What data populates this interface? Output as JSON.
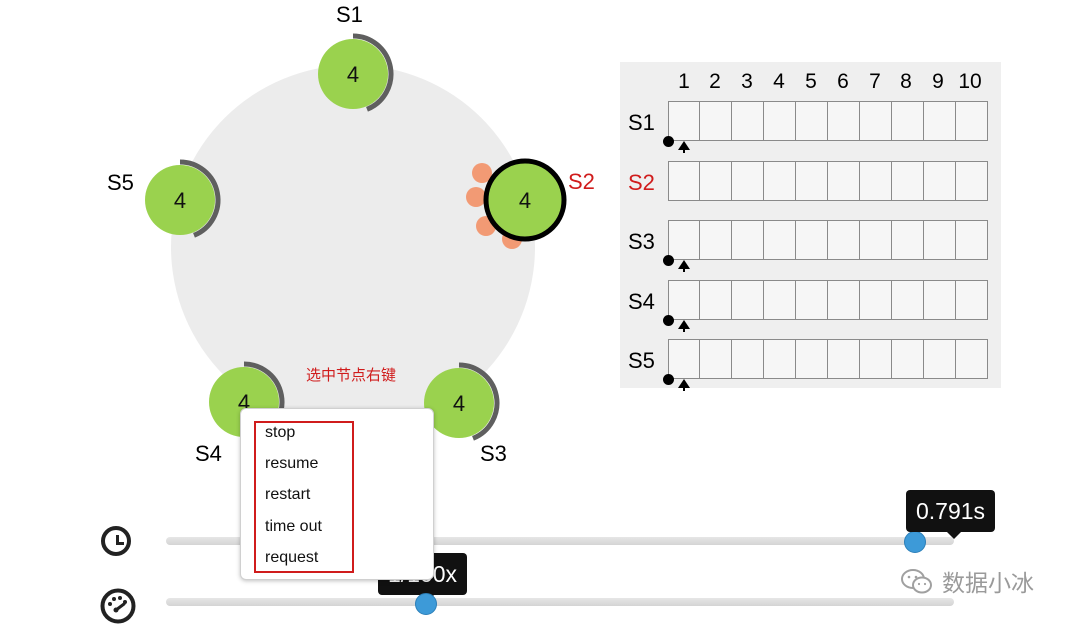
{
  "nodes": [
    {
      "id": "S1",
      "term": "4",
      "selected": false
    },
    {
      "id": "S2",
      "term": "4",
      "selected": true
    },
    {
      "id": "S3",
      "term": "4",
      "selected": false
    },
    {
      "id": "S4",
      "term": "4",
      "selected": false
    },
    {
      "id": "S5",
      "term": "4",
      "selected": false
    }
  ],
  "hint": "选中节点右键",
  "log_panel": {
    "indices": [
      "1",
      "2",
      "3",
      "4",
      "5",
      "6",
      "7",
      "8",
      "9",
      "10"
    ],
    "rows": [
      {
        "label": "S1",
        "selected": false,
        "markers": true
      },
      {
        "label": "S2",
        "selected": true,
        "markers": false
      },
      {
        "label": "S3",
        "selected": false,
        "markers": true
      },
      {
        "label": "S4",
        "selected": false,
        "markers": true
      },
      {
        "label": "S5",
        "selected": false,
        "markers": true
      }
    ]
  },
  "context_menu": {
    "items": [
      "stop",
      "resume",
      "restart",
      "time out",
      "request"
    ]
  },
  "time_slider": {
    "label": "0.791s",
    "icon": "clock-icon",
    "position": 0.95
  },
  "speed_slider": {
    "label": "1/100x",
    "icon": "speedometer-icon",
    "position": 0.33
  },
  "watermark": {
    "text": "数据小冰",
    "icon": "wechat-icon"
  },
  "colors": {
    "node_fill": "#9ad24e",
    "ring_background": "#ececec",
    "selected_red": "#d01c1c",
    "message_orange": "#f29a74",
    "slider_thumb": "#3d9ad8"
  }
}
